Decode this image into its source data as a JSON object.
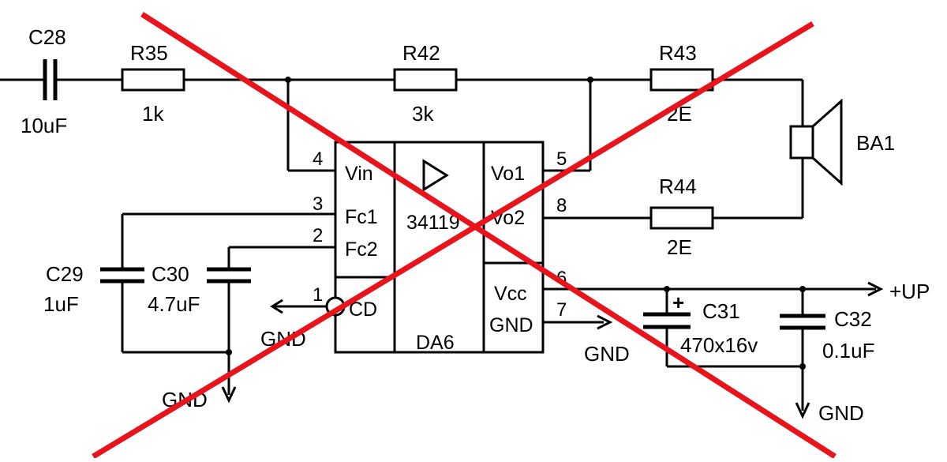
{
  "components": {
    "c28": {
      "ref": "C28",
      "value": "10uF"
    },
    "r35": {
      "ref": "R35",
      "value": "1k"
    },
    "r42": {
      "ref": "R42",
      "value": "3k"
    },
    "r43": {
      "ref": "R43",
      "value": "2E"
    },
    "r44": {
      "ref": "R44",
      "value": "2E"
    },
    "c29": {
      "ref": "C29",
      "value": "1uF"
    },
    "c30": {
      "ref": "C30",
      "value": "4.7uF"
    },
    "c31": {
      "ref": "C31",
      "value": "470x16v",
      "polarity": "+"
    },
    "c32": {
      "ref": "C32",
      "value": "0.1uF"
    },
    "ba1": {
      "ref": "BA1"
    }
  },
  "ic": {
    "ref": "DA6",
    "part": "34119",
    "pins": [
      {
        "num": "4",
        "name": "Vin"
      },
      {
        "num": "3",
        "name": "Fc1"
      },
      {
        "num": "2",
        "name": "Fc2"
      },
      {
        "num": "1",
        "name": "CD"
      },
      {
        "num": "5",
        "name": "Vo1"
      },
      {
        "num": "8",
        "name": "Vo2"
      },
      {
        "num": "6",
        "name": "Vcc"
      },
      {
        "num": "7",
        "name": "GND"
      }
    ]
  },
  "nets": {
    "gnd": "GND",
    "supply": "+UP"
  },
  "overlay": {
    "type": "cross-out",
    "color": "#e8141b"
  },
  "colors": {
    "line": "#000000",
    "cross": "#e8141b"
  }
}
